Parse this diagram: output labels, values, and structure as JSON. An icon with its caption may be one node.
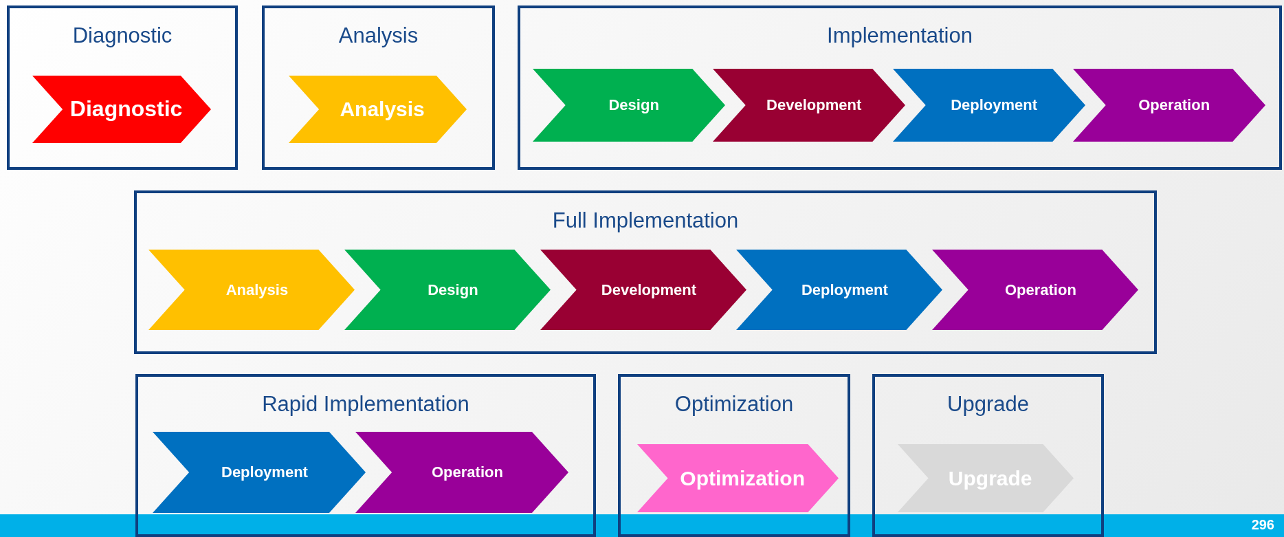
{
  "diagram": {
    "nodes": [
      {
        "text": [
          "Diagnostic"
        ]
      },
      {
        "text": [
          "Diagnostic"
        ],
        "in": 0
      },
      {
        "text": [
          "Analysis"
        ]
      },
      {
        "text": [
          "Analysis"
        ],
        "in": 2
      },
      {
        "text": [
          "Implementation"
        ]
      },
      {
        "text": [
          "Design"
        ],
        "in": 4
      },
      {
        "text": [
          "Development"
        ],
        "in": 4
      },
      {
        "text": [
          "Deployment"
        ],
        "in": 4
      },
      {
        "text": [
          "Operation"
        ],
        "in": 4
      },
      {
        "text": [
          "Full Implementation"
        ]
      },
      {
        "text": [
          "Analysis"
        ],
        "in": 9
      },
      {
        "text": [
          "Design"
        ],
        "in": 9
      },
      {
        "text": [
          "Development"
        ],
        "in": 9
      },
      {
        "text": [
          "Deployment"
        ],
        "in": 9
      },
      {
        "text": [
          "Operation"
        ],
        "in": 9
      },
      {
        "text": [
          "Rapid Implementation"
        ]
      },
      {
        "text": [
          "Deployment"
        ],
        "in": 15
      },
      {
        "text": [
          "Operation"
        ],
        "in": 15
      },
      {
        "text": [
          "Optimization"
        ]
      },
      {
        "text": [
          "Optimization"
        ],
        "in": 18
      },
      {
        "text": [
          "Upgrade"
        ]
      },
      {
        "text": [
          "Upgrade"
        ],
        "in": 20
      }
    ],
    "labels": [
      "296"
    ]
  }
}
